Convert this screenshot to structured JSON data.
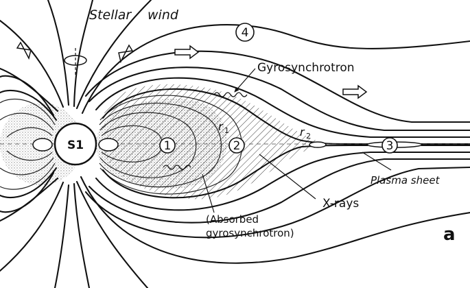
{
  "diagram": {
    "star_label": "S1",
    "labels": {
      "stellar_wind": "Stellar",
      "stellar_wind_2": "wind",
      "gyrosynchrotron": "Gyrosynchrotron",
      "xrays": "X-rays",
      "plasma_sheet": "Plasma sheet",
      "absorbed_1": "(Absorbed",
      "absorbed_2": "gyrosynchrotron)",
      "r1": "r",
      "r1_sub": "1",
      "r2": "r",
      "r2_sub": "2",
      "panel": "a"
    },
    "regions": [
      "1",
      "2",
      "3",
      "4"
    ]
  }
}
